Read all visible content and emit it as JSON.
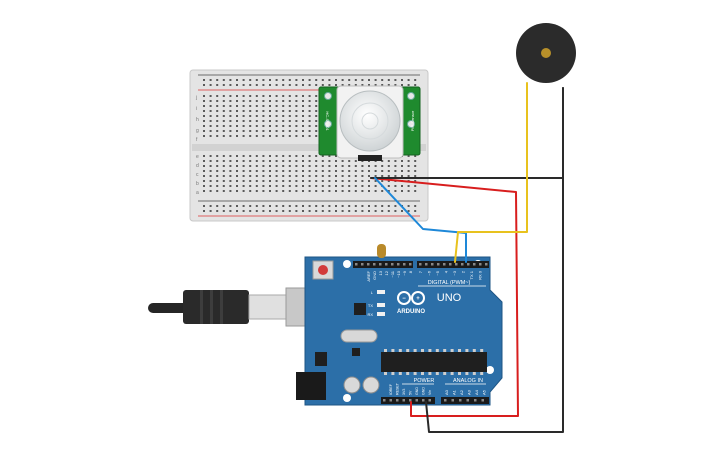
{
  "board": {
    "digital_label": "DIGITAL (PWM~)",
    "brand": "ARDUINO",
    "model": "UNO",
    "power_label": "POWER",
    "analog_label": "ANALOG IN",
    "aref": "AREF",
    "gnd": "GND",
    "pin_labels_top": [
      "13",
      "12",
      "~11",
      "~10",
      "~9",
      "8",
      "7",
      "~6",
      "~5",
      "4",
      "~3",
      "2",
      "TX 1",
      "RX 0"
    ],
    "led_labels": [
      "L",
      "TX",
      "RX"
    ],
    "on_label": "ON",
    "power_pins": [
      "IOREF",
      "RESET",
      "3V3",
      "5V",
      "GND",
      "GND",
      "Vin"
    ],
    "analog_pins": [
      "A0",
      "A1",
      "A2",
      "A3",
      "A4",
      "A5"
    ]
  },
  "pir": {
    "left_text": "HC-SR501",
    "right_text": "PIR Sensor"
  },
  "breadboard": {
    "row_letters_top": [
      "j",
      "i",
      "h",
      "g",
      "f"
    ],
    "row_letters_bottom": [
      "e",
      "d",
      "c",
      "b",
      "a"
    ]
  },
  "colors": {
    "board": "#2c6fa8",
    "pir_pcb": "#1f8a2e",
    "wire_red": "#d81e1e",
    "wire_black": "#2a2a2a",
    "wire_blue": "#1e88d8",
    "wire_yellow": "#e8c21e",
    "buzzer": "#2b2b2b"
  }
}
